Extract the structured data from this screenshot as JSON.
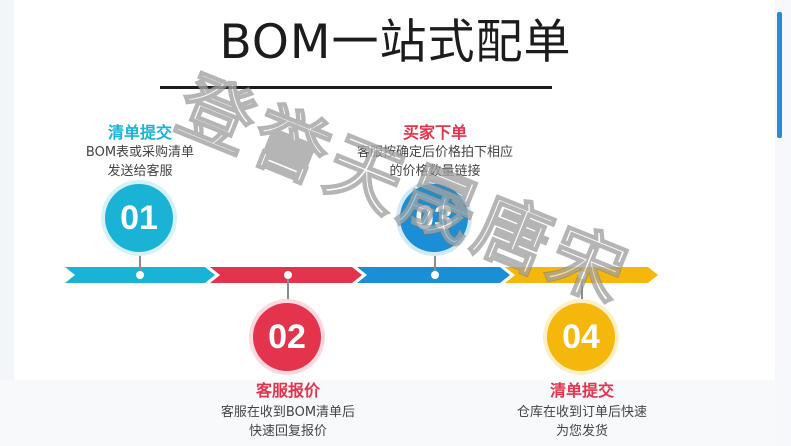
{
  "title": "BOM一站式配单",
  "colors": {
    "step1": "#1ab3d6",
    "step2": "#e4334d",
    "step3": "#1a8fd6",
    "step4": "#f5b70c",
    "accent_scrollbar": "#2a8ad4"
  },
  "steps": [
    {
      "number": "01",
      "title": "清单提交",
      "desc_line1": "BOM表或采购清单",
      "desc_line2": "发送给客服"
    },
    {
      "number": "02",
      "title": "客服报价",
      "desc_line1": "客服在收到BOM清单后",
      "desc_line2": "快速回复报价"
    },
    {
      "number": "03",
      "title": "买家下单",
      "desc_line1": "客服按确定后价格拍下相应",
      "desc_line2": "的价格数量链接"
    },
    {
      "number": "04",
      "title": "清单提交",
      "desc_line1": "仓库在收到订单后快速",
      "desc_line2": "为您发货"
    }
  ],
  "watermark": "登誉天晟唐宋"
}
